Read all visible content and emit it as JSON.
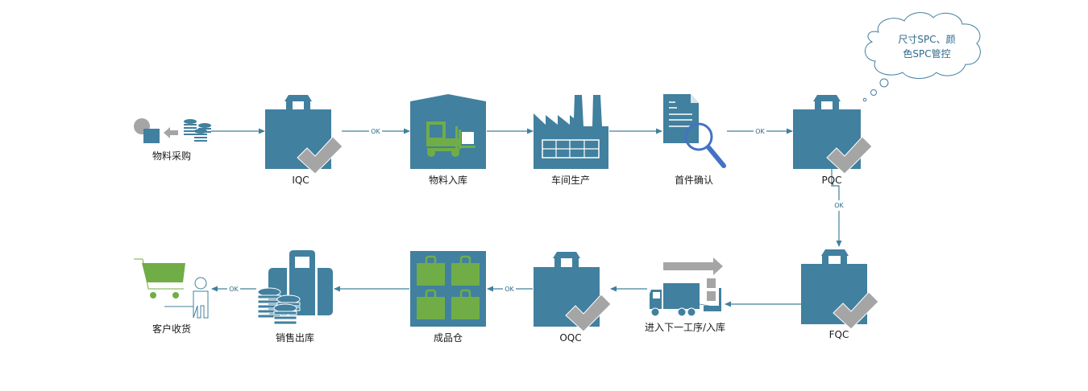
{
  "diagram": {
    "colors": {
      "primary": "#41809f",
      "accent_green": "#70ad47",
      "check_gray": "#a5a5a5",
      "magnifier_blue": "#4472c4",
      "connector": "#41809f"
    },
    "nodes": [
      {
        "id": "purchase",
        "label": "物料采购",
        "icon": "procurement-icon"
      },
      {
        "id": "iqc",
        "label": "IQC",
        "icon": "checked-bag-icon"
      },
      {
        "id": "material_in",
        "label": "物料入库",
        "icon": "warehouse-forklift-icon"
      },
      {
        "id": "production",
        "label": "车间生产",
        "icon": "factory-icon"
      },
      {
        "id": "first_article",
        "label": "首件确认",
        "icon": "document-search-icon"
      },
      {
        "id": "pqc",
        "label": "PQC",
        "icon": "checked-bag-icon"
      },
      {
        "id": "fqc",
        "label": "FQC",
        "icon": "checked-bag-icon"
      },
      {
        "id": "next_process",
        "label": "进入下一工序/入库",
        "icon": "truck-icon"
      },
      {
        "id": "oqc",
        "label": "OQC",
        "icon": "checked-bag-icon"
      },
      {
        "id": "fg_warehouse",
        "label": "成品仓",
        "icon": "bags-grid-icon"
      },
      {
        "id": "sales_out",
        "label": "销售出库",
        "icon": "suitcase-coins-icon"
      },
      {
        "id": "customer",
        "label": "客户收货",
        "icon": "cart-person-icon"
      }
    ],
    "edges": [
      {
        "from": "purchase",
        "to": "iqc",
        "label": ""
      },
      {
        "from": "iqc",
        "to": "material_in",
        "label": "OK"
      },
      {
        "from": "material_in",
        "to": "production",
        "label": ""
      },
      {
        "from": "production",
        "to": "first_article",
        "label": ""
      },
      {
        "from": "first_article",
        "to": "pqc",
        "label": "OK"
      },
      {
        "from": "pqc",
        "to": "fqc",
        "label": "OK"
      },
      {
        "from": "fqc",
        "to": "next_process",
        "label": ""
      },
      {
        "from": "next_process",
        "to": "oqc",
        "label": ""
      },
      {
        "from": "oqc",
        "to": "fg_warehouse",
        "label": "OK"
      },
      {
        "from": "fg_warehouse",
        "to": "sales_out",
        "label": ""
      },
      {
        "from": "sales_out",
        "to": "customer",
        "label": "OK"
      }
    ],
    "callout": {
      "attached_to": "pqc",
      "line1": "尺寸SPC、颜",
      "line2": "色SPC管控"
    }
  }
}
